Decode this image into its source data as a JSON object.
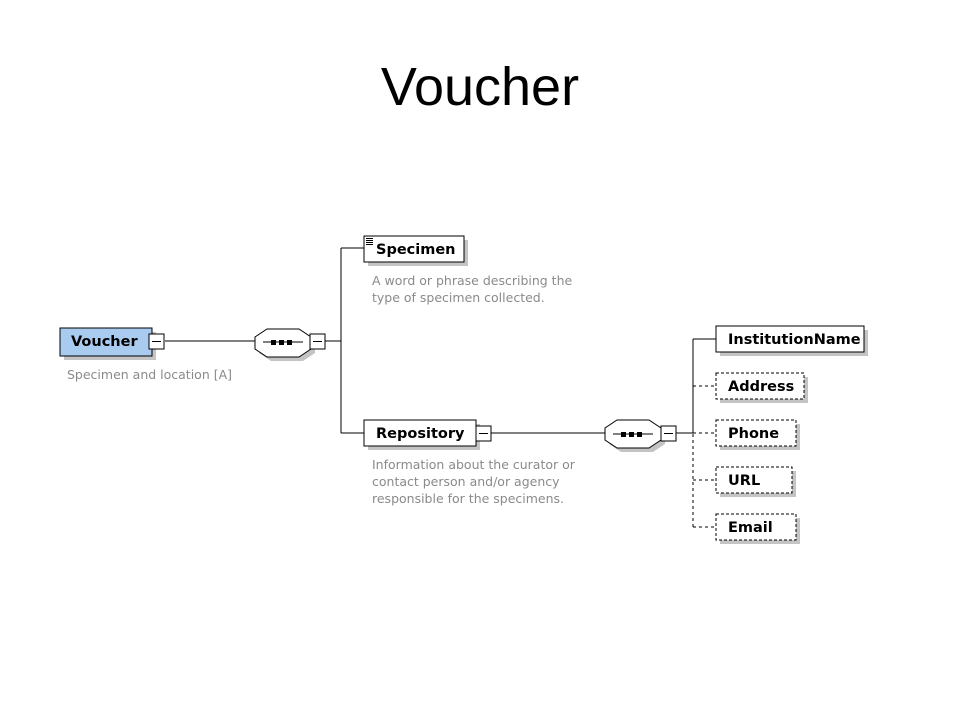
{
  "title": "Voucher",
  "colors": {
    "root_fill": "#aacbf0",
    "box_fill": "#ffffff",
    "border": "#000000",
    "shadow": "#c4c4c4",
    "annotation": "#8a8a8a"
  },
  "nodes": {
    "voucher": {
      "label": "Voucher",
      "annotation": [
        "Specimen and location [A]"
      ]
    },
    "specimen": {
      "label": "Specimen",
      "annotation": [
        "A word or phrase describing the",
        "type of specimen collected."
      ]
    },
    "repository": {
      "label": "Repository",
      "annotation": [
        "Information about the curator or",
        "contact person and/or agency",
        "responsible for the specimens."
      ]
    },
    "institution_name": {
      "label": "InstitutionName"
    },
    "address": {
      "label": "Address"
    },
    "phone": {
      "label": "Phone"
    },
    "url": {
      "label": "URL"
    },
    "email": {
      "label": "Email"
    }
  },
  "compositors": [
    {
      "id": "voucher-sequence",
      "kind": "sequence",
      "icon": "sequence-icon"
    },
    {
      "id": "repository-sequence",
      "kind": "sequence",
      "icon": "sequence-icon"
    }
  ]
}
